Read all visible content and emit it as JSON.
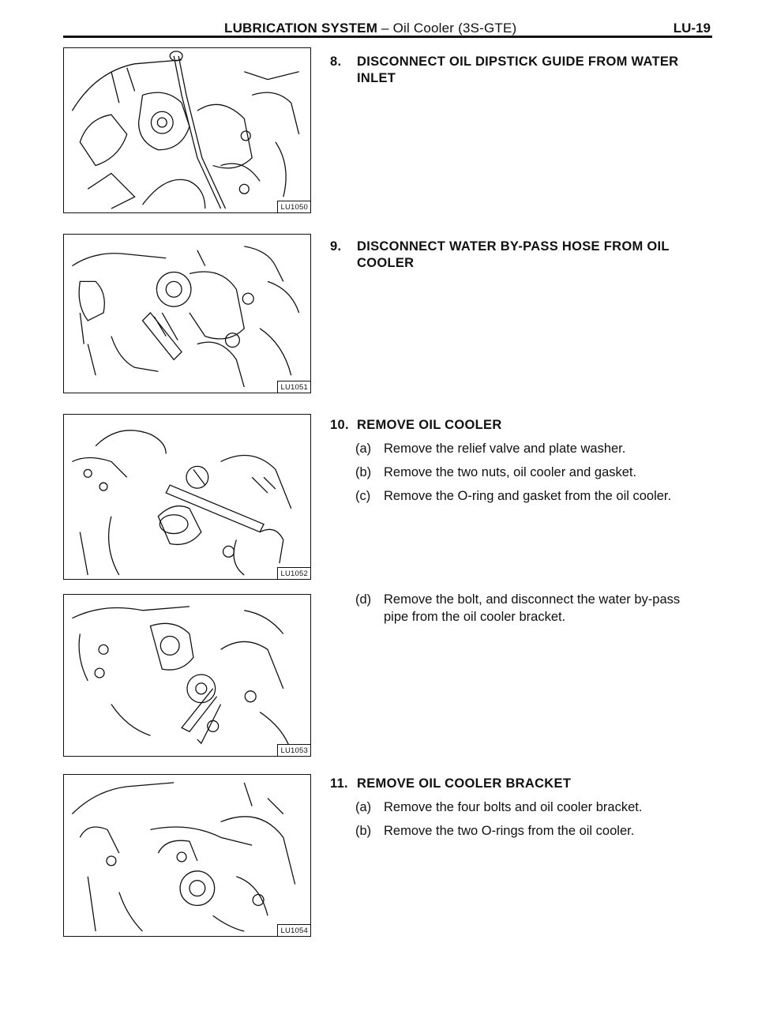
{
  "header": {
    "section": "LUBRICATION SYSTEM",
    "separator": " – ",
    "subsection": "Oil Cooler (3S-GTE)",
    "page_number": "LU-19"
  },
  "figures": [
    {
      "code": "LU1050"
    },
    {
      "code": "LU1051"
    },
    {
      "code": "LU1052"
    },
    {
      "code": "LU1053"
    },
    {
      "code": "LU1054"
    }
  ],
  "steps": [
    {
      "number": "8.",
      "title": "DISCONNECT OIL DIPSTICK GUIDE FROM WATER INLET",
      "substeps": []
    },
    {
      "number": "9.",
      "title": "DISCONNECT WATER BY-PASS HOSE FROM OIL COOLER",
      "substeps": []
    },
    {
      "number": "10.",
      "title": "REMOVE OIL COOLER",
      "substeps": [
        {
          "letter": "(a)",
          "text": "Remove the relief valve and plate washer."
        },
        {
          "letter": "(b)",
          "text": "Remove the two nuts, oil cooler and gasket."
        },
        {
          "letter": "(c)",
          "text": "Remove the O-ring and gasket from the oil cooler."
        }
      ]
    },
    {
      "number": "",
      "title": "",
      "substeps": [
        {
          "letter": "(d)",
          "text": "Remove the bolt, and disconnect the water by-pass pipe from the oil cooler bracket."
        }
      ]
    },
    {
      "number": "11.",
      "title": "REMOVE OIL COOLER BRACKET",
      "substeps": [
        {
          "letter": "(a)",
          "text": "Remove the four bolts and oil cooler bracket."
        },
        {
          "letter": "(b)",
          "text": "Remove the two O-rings from the oil cooler."
        }
      ]
    }
  ]
}
